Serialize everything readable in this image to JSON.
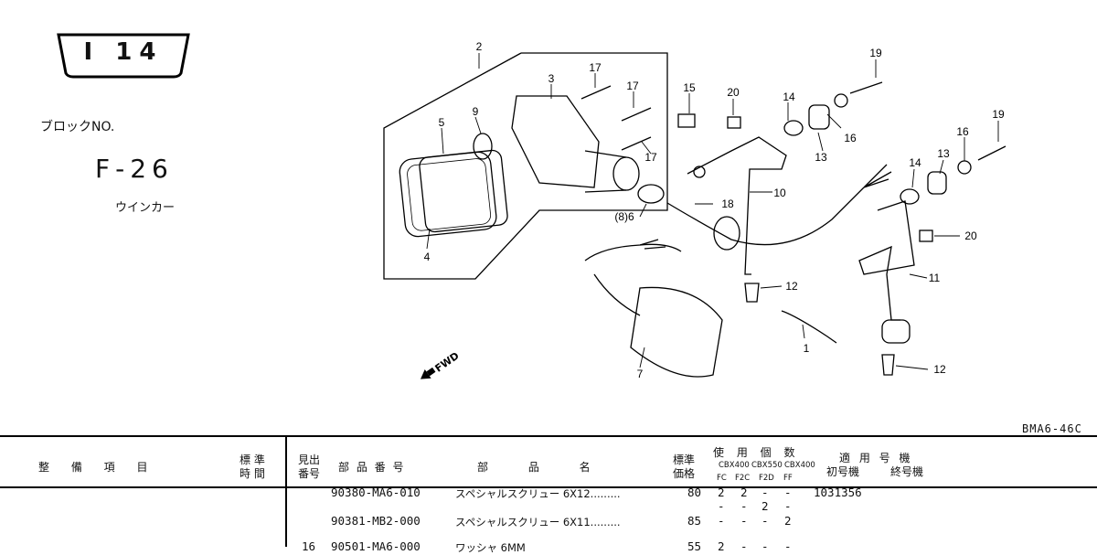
{
  "header": {
    "section_code": "I 14",
    "block_label": "ブロックNO.",
    "block_code": "F-26",
    "section_name": "ウインカー",
    "doc_code": "BMA6-46C"
  },
  "diagram": {
    "fwd_label": "FWD",
    "callouts": [
      "1",
      "2",
      "3",
      "4",
      "5",
      "(8)6",
      "7",
      "9",
      "10",
      "11",
      "12",
      "12",
      "13",
      "13",
      "14",
      "14",
      "15",
      "16",
      "16",
      "17",
      "17",
      "17",
      "18",
      "19",
      "19",
      "20",
      "20"
    ]
  },
  "table": {
    "headers": {
      "item": "整 備 項 目",
      "std_time": [
        "標 準",
        "時 間"
      ],
      "ref_no": [
        "見出",
        "番号"
      ],
      "part_no": "部 品 番 号",
      "part_name": "部 品 名",
      "price": [
        "標準",
        "価格"
      ],
      "qty": "使 用 個 数",
      "models": [
        "CBX400",
        "CBX550",
        "CBX400"
      ],
      "codes": [
        "FC",
        "F2C",
        "F2D",
        "FF"
      ],
      "applicable": "適 用 号 機",
      "first": "初号機",
      "last": "終号機"
    },
    "rows": [
      {
        "ref": "",
        "part_no": "90380-MA6-010",
        "name": "スペシャルスクリュー 6X12.........",
        "price": "80",
        "q": [
          "2",
          "2",
          "-",
          "-"
        ],
        "q2": [
          "-",
          "-",
          "2",
          "-"
        ],
        "first": "1031356"
      },
      {
        "ref": "",
        "part_no": "90381-MB2-000",
        "name": "スペシャルスクリュー 6X11.........",
        "price": "85",
        "q": [
          "-",
          "-",
          "-",
          "2"
        ],
        "first": ""
      },
      {
        "ref": "16",
        "part_no": "90501-MA6-000",
        "name": "ワッシャ 6MM",
        "price": "55",
        "q": [
          "2",
          "-",
          "-",
          "-"
        ],
        "first": ""
      }
    ]
  }
}
